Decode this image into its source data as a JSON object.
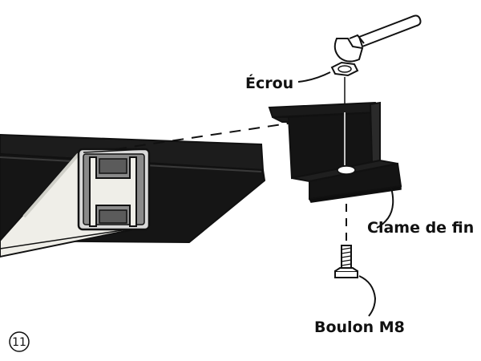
{
  "step_number": "11",
  "labels": {
    "nut": "Écrou",
    "end_clamp": "Clame de fin",
    "bolt": "Boulon M8"
  },
  "colors": {
    "outline": "#111111",
    "panel": "#1c1c1c",
    "rail_grey": "#8a8a8a",
    "rail_light": "#efeee8"
  },
  "icons": [
    "wrench-icon",
    "nut-icon",
    "bolt-icon",
    "end-clamp",
    "rail-profile",
    "solar-panel"
  ]
}
